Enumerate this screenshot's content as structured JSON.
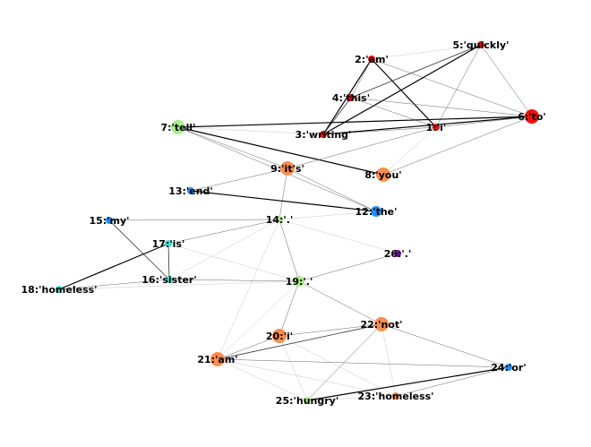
{
  "nodes": [
    {
      "id": "1",
      "label": "1:'i'",
      "color": "#e0100f",
      "size": "small"
    },
    {
      "id": "2",
      "label": "2:'am'",
      "color": "#e0100f",
      "size": "small"
    },
    {
      "id": "3",
      "label": "3:'writing'",
      "color": "#e0100f",
      "size": "small"
    },
    {
      "id": "4",
      "label": "4:'this'",
      "color": "#e0100f",
      "size": "small"
    },
    {
      "id": "5",
      "label": "5:'quickly'",
      "color": "#e0100f",
      "size": "small"
    },
    {
      "id": "6",
      "label": "6:'to'",
      "color": "#ee1111",
      "size": "large"
    },
    {
      "id": "7",
      "label": "7:'tell'",
      "color": "#a8ec8c",
      "size": "large"
    },
    {
      "id": "8",
      "label": "8:'you'",
      "color": "#fa8e50",
      "size": "large"
    },
    {
      "id": "9",
      "label": "9:'it's'",
      "color": "#fa8e50",
      "size": "large"
    },
    {
      "id": "12",
      "label": "12:'the'",
      "color": "#1e90ff",
      "size": "medium"
    },
    {
      "id": "13",
      "label": "13:'end'",
      "color": "#1e90ff",
      "size": "small"
    },
    {
      "id": "14",
      "label": "14:'.'",
      "color": "#a8ec8c",
      "size": "small"
    },
    {
      "id": "15",
      "label": "15:'my'",
      "color": "#1e90ff",
      "size": "small"
    },
    {
      "id": "16",
      "label": "16:'sister'",
      "color": "#40e0d0",
      "size": "small"
    },
    {
      "id": "17",
      "label": "17:'is'",
      "color": "#40e0d0",
      "size": "small"
    },
    {
      "id": "18",
      "label": "18:'homeless'",
      "color": "#40e0d0",
      "size": "small"
    },
    {
      "id": "19",
      "label": "19:'.'",
      "color": "#a8ec8c",
      "size": "medium"
    },
    {
      "id": "20",
      "label": "20:'i'",
      "color": "#fa8e50",
      "size": "large"
    },
    {
      "id": "21",
      "label": "21:'am'",
      "color": "#fa8e50",
      "size": "large"
    },
    {
      "id": "22",
      "label": "22:'not'",
      "color": "#fa8e50",
      "size": "large"
    },
    {
      "id": "23",
      "label": "23:'homeless'",
      "color": "#fa8e50",
      "size": "small"
    },
    {
      "id": "24",
      "label": "24:'or'",
      "color": "#1e90ff",
      "size": "small"
    },
    {
      "id": "25",
      "label": "25:'hungry'",
      "color": "#a8ec8c",
      "size": "small"
    },
    {
      "id": "26",
      "label": "26:'.'",
      "color": "#6a0dad",
      "size": "small"
    }
  ],
  "edges": [
    {
      "s": "2",
      "t": "3",
      "w": "strong"
    },
    {
      "s": "2",
      "t": "1",
      "w": "strong"
    },
    {
      "s": "2",
      "t": "5",
      "w": "faint"
    },
    {
      "s": "2",
      "t": "6",
      "w": "thin"
    },
    {
      "s": "2",
      "t": "4",
      "w": "thin"
    },
    {
      "s": "5",
      "t": "3",
      "w": "strong"
    },
    {
      "s": "5",
      "t": "4",
      "w": "medium"
    },
    {
      "s": "5",
      "t": "1",
      "w": "thin"
    },
    {
      "s": "5",
      "t": "6",
      "w": "thin"
    },
    {
      "s": "4",
      "t": "3",
      "w": "medium"
    },
    {
      "s": "4",
      "t": "6",
      "w": "thin"
    },
    {
      "s": "4",
      "t": "1",
      "w": "thin"
    },
    {
      "s": "7",
      "t": "6",
      "w": "strong"
    },
    {
      "s": "7",
      "t": "3",
      "w": "faint"
    },
    {
      "s": "7",
      "t": "8",
      "w": "strong"
    },
    {
      "s": "7",
      "t": "9",
      "w": "thin"
    },
    {
      "s": "7",
      "t": "12",
      "w": "thin"
    },
    {
      "s": "3",
      "t": "6",
      "w": "strong"
    },
    {
      "s": "3",
      "t": "1",
      "w": "thin"
    },
    {
      "s": "1",
      "t": "6",
      "w": "thin"
    },
    {
      "s": "1",
      "t": "8",
      "w": "faint"
    },
    {
      "s": "8",
      "t": "6",
      "w": "thin"
    },
    {
      "s": "9",
      "t": "13",
      "w": "thin"
    },
    {
      "s": "9",
      "t": "12",
      "w": "thin"
    },
    {
      "s": "9",
      "t": "14",
      "w": "thin"
    },
    {
      "s": "9",
      "t": "1",
      "w": "thin"
    },
    {
      "s": "13",
      "t": "12",
      "w": "strong"
    },
    {
      "s": "14",
      "t": "12",
      "w": "faint"
    },
    {
      "s": "14",
      "t": "15",
      "w": "thin"
    },
    {
      "s": "14",
      "t": "17",
      "w": "thin"
    },
    {
      "s": "14",
      "t": "19",
      "w": "thin"
    },
    {
      "s": "14",
      "t": "16",
      "w": "faint"
    },
    {
      "s": "14",
      "t": "26",
      "w": "faint"
    },
    {
      "s": "14",
      "t": "21",
      "w": "faint"
    },
    {
      "s": "15",
      "t": "16",
      "w": "medium"
    },
    {
      "s": "17",
      "t": "18",
      "w": "strong"
    },
    {
      "s": "17",
      "t": "16",
      "w": "medium"
    },
    {
      "s": "17",
      "t": "19",
      "w": "faint"
    },
    {
      "s": "16",
      "t": "19",
      "w": "thin"
    },
    {
      "s": "18",
      "t": "19",
      "w": "faint"
    },
    {
      "s": "18",
      "t": "16",
      "w": "thin"
    },
    {
      "s": "19",
      "t": "26",
      "w": "thin"
    },
    {
      "s": "19",
      "t": "20",
      "w": "thin"
    },
    {
      "s": "19",
      "t": "22",
      "w": "thin"
    },
    {
      "s": "19",
      "t": "21",
      "w": "faint"
    },
    {
      "s": "20",
      "t": "22",
      "w": "thin"
    },
    {
      "s": "20",
      "t": "21",
      "w": "thin"
    },
    {
      "s": "20",
      "t": "25",
      "w": "faint"
    },
    {
      "s": "20",
      "t": "23",
      "w": "faint"
    },
    {
      "s": "21",
      "t": "22",
      "w": "medium"
    },
    {
      "s": "21",
      "t": "24",
      "w": "thin"
    },
    {
      "s": "21",
      "t": "25",
      "w": "faint"
    },
    {
      "s": "21",
      "t": "23",
      "w": "faint"
    },
    {
      "s": "22",
      "t": "24",
      "w": "thin"
    },
    {
      "s": "22",
      "t": "25",
      "w": "thin"
    },
    {
      "s": "22",
      "t": "23",
      "w": "faint"
    },
    {
      "s": "24",
      "t": "25",
      "w": "strong"
    },
    {
      "s": "24",
      "t": "23",
      "w": "thin"
    },
    {
      "s": "25",
      "t": "23",
      "w": "faint"
    }
  ]
}
